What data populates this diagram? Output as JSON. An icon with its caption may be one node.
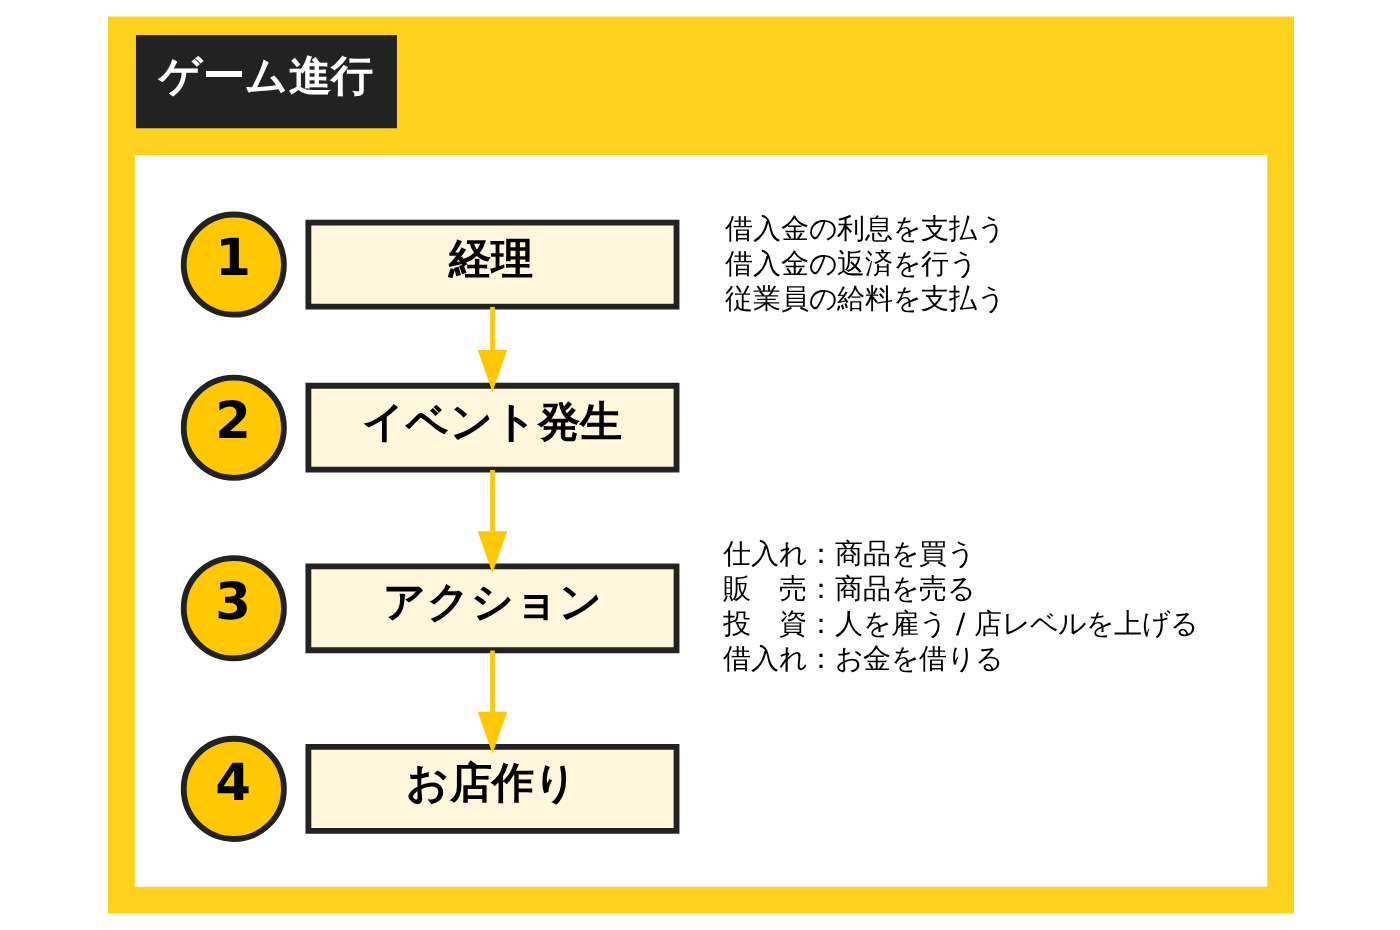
{
  "diagram": {
    "title": "ゲーム進行",
    "nodes": [
      {
        "text": [],
        "shape": "box"
      },
      {
        "text": [
          "1"
        ],
        "in": 0
      },
      {
        "text": [
          "経理"
        ],
        "in": 0,
        "beside": [
          "借入金の利息を支払う",
          "借入金の返済を行う",
          "従業員の給料を支払う"
        ]
      },
      {
        "text": [
          "2"
        ],
        "in": 0
      },
      {
        "text": [
          "イベント発生"
        ],
        "in": 0
      },
      {
        "text": [
          "3"
        ],
        "in": 0
      },
      {
        "text": [
          "アクション"
        ],
        "in": 0,
        "beside": [
          "仕入れ：商品を買う",
          "販　売：商品を売る",
          "投　資：人を雇う / 店レベルを上げる",
          "借入れ：お金を借りる"
        ]
      },
      {
        "text": [
          "4"
        ],
        "in": 0
      },
      {
        "text": [
          "お店作り"
        ],
        "in": 0
      }
    ],
    "edges": [
      {
        "from": 2,
        "to": 4,
        "arrow": "to"
      },
      {
        "from": 4,
        "to": 6,
        "arrow": "to"
      },
      {
        "from": 6,
        "to": 8,
        "arrow": "to"
      }
    ]
  }
}
